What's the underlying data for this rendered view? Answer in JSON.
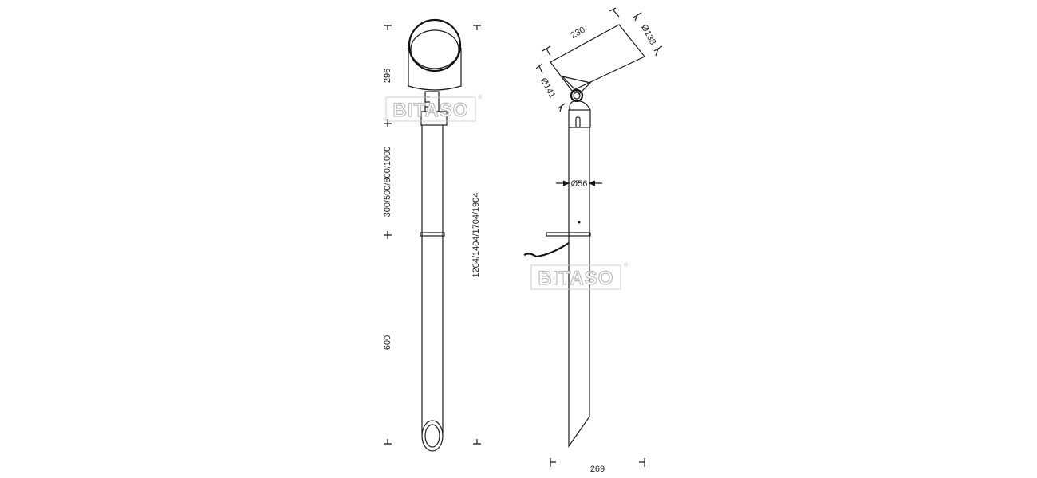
{
  "front_view": {
    "dims": {
      "head_height": "296",
      "extension_lengths": "300/500/800/1000",
      "spike_length": "600",
      "total_heights": "1204/1404/1704/1904"
    }
  },
  "side_view": {
    "dims": {
      "head_length": "230",
      "head_diameter_front": "Ø138",
      "head_diameter_rear": "Ø141",
      "pole_diameter": "Ø56",
      "overall_width": "269"
    }
  },
  "watermark": {
    "text": "BITASO",
    "registered": "®"
  }
}
